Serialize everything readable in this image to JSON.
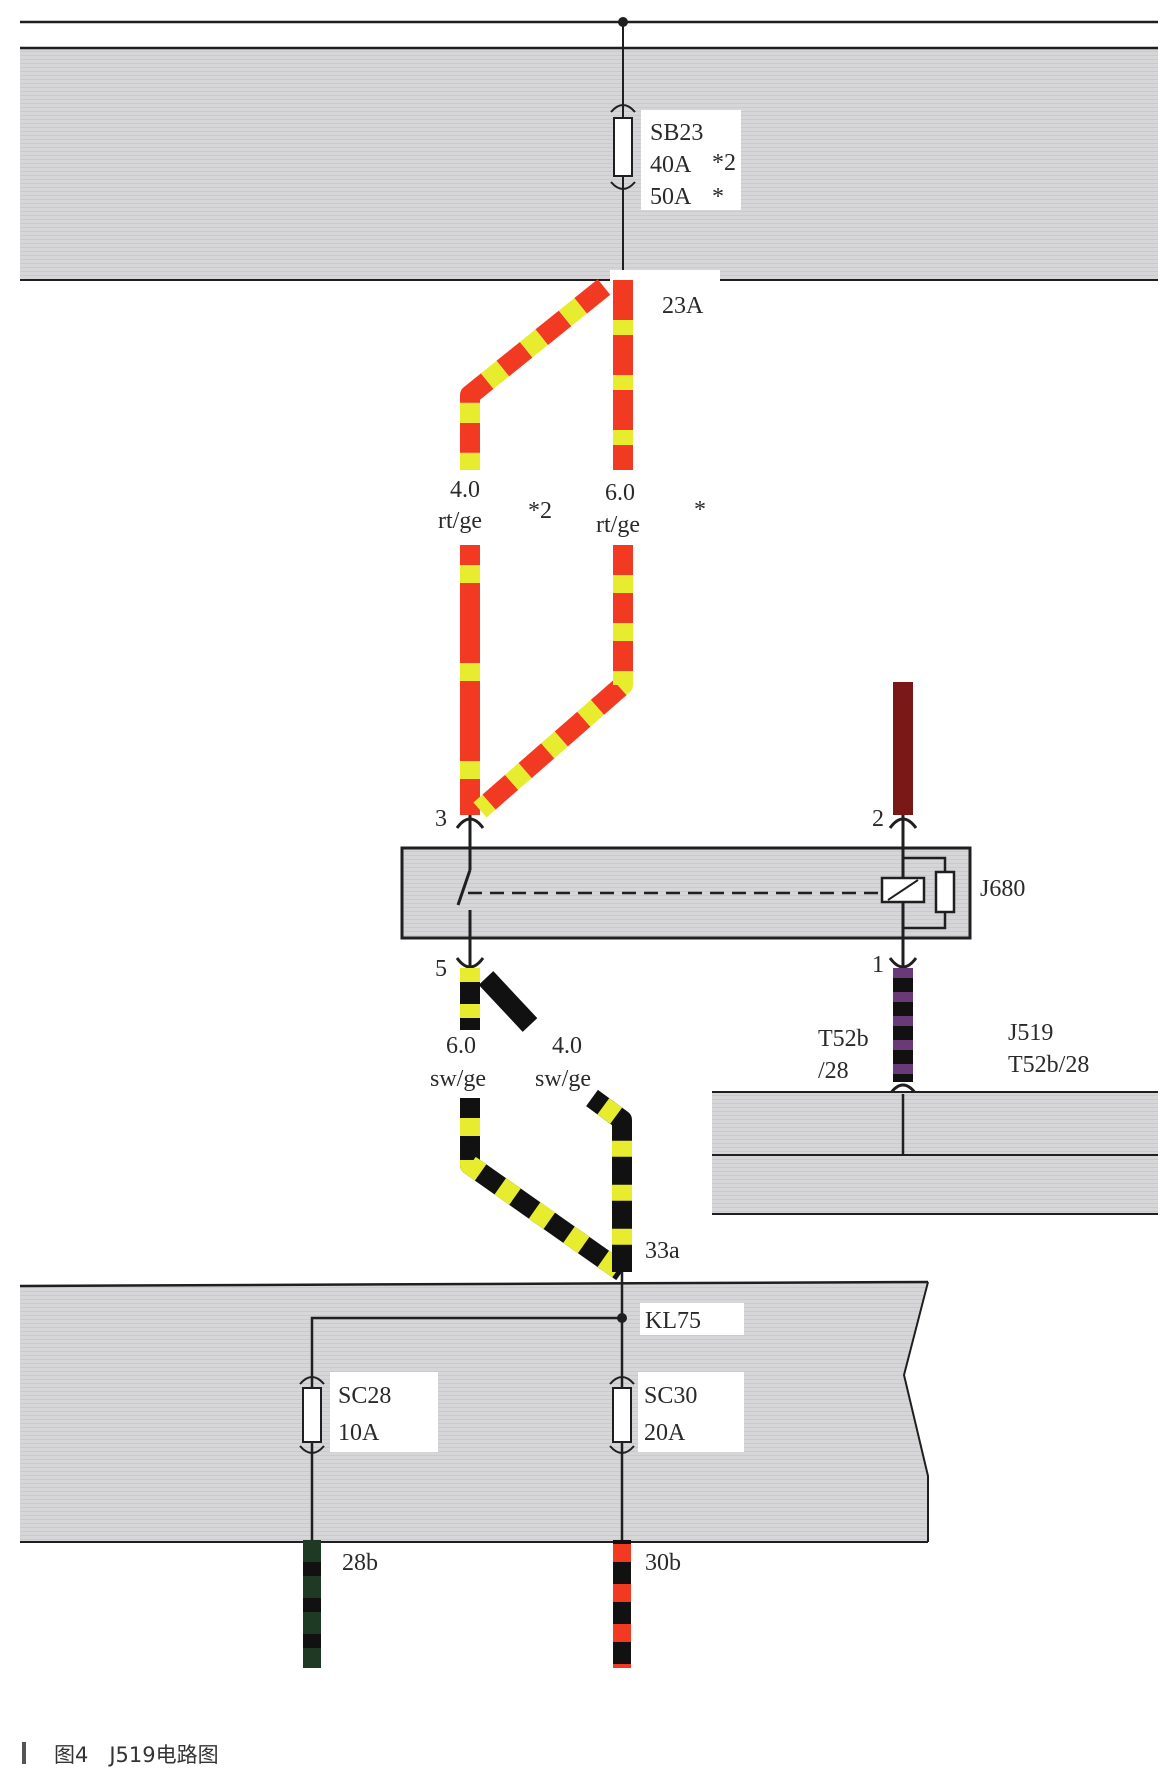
{
  "colors": {
    "panel": "#d3d3d6",
    "line": "#1f1f1f",
    "wire_red": "#f23a22",
    "wire_yellow": "#e8ec2e",
    "wire_black": "#111111",
    "wire_brown": "#7a1818",
    "wire_violet": "#6a3a78",
    "wire_green": "#1f3a24"
  },
  "fuse_sb23": {
    "name": "SB23",
    "rating_1": "40A",
    "note_1": "*2",
    "rating_2": "50A",
    "note_2": "*"
  },
  "terminal_23a": "23A",
  "wire_left_top": {
    "size": "4.0",
    "color": "rt/ge",
    "note": "*2"
  },
  "wire_right_top": {
    "size": "6.0",
    "color": "rt/ge",
    "note": "*"
  },
  "relay": {
    "name": "J680",
    "pin_3": "3",
    "pin_2": "2",
    "pin_5": "5",
    "pin_1": "1"
  },
  "wire_left_bottom": {
    "size": "6.0",
    "color": "sw/ge"
  },
  "wire_right_bottom": {
    "size": "4.0",
    "color": "sw/ge"
  },
  "connector_t52b": {
    "line_1": "T52b",
    "line_2": "/28"
  },
  "module_j519": {
    "name": "J519",
    "pin": "T52b/28"
  },
  "terminal_33a": "33a",
  "terminal_kl75": "KL75",
  "fuse_sc28": {
    "name": "SC28",
    "rating": "10A"
  },
  "fuse_sc30": {
    "name": "SC30",
    "rating": "20A"
  },
  "terminal_28b": "28b",
  "terminal_30b": "30b",
  "caption": "图4　J519电路图"
}
